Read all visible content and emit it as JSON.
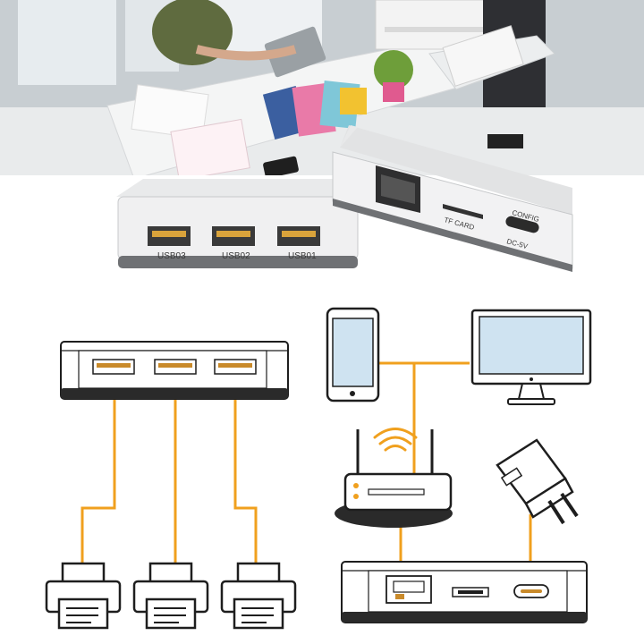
{
  "photo": {
    "usb_ports": [
      "USB03",
      "USB02",
      "USB01"
    ],
    "tf_card_label": "TF CARD",
    "config_label": "CONFIG",
    "dc_label": "DC-5V"
  },
  "colors": {
    "wire": "#f0a01e",
    "device_outline": "#1e1e1e",
    "port_fill": "#c98a2a",
    "screen_blue": "#cfe3f1"
  },
  "icons": [
    "printer-icon",
    "phone-icon",
    "monitor-icon",
    "router-icon",
    "wifi-icon",
    "power-adapter-icon",
    "usb-port-icon",
    "ethernet-port-icon",
    "tf-card-slot-icon",
    "usb-c-port-icon"
  ]
}
